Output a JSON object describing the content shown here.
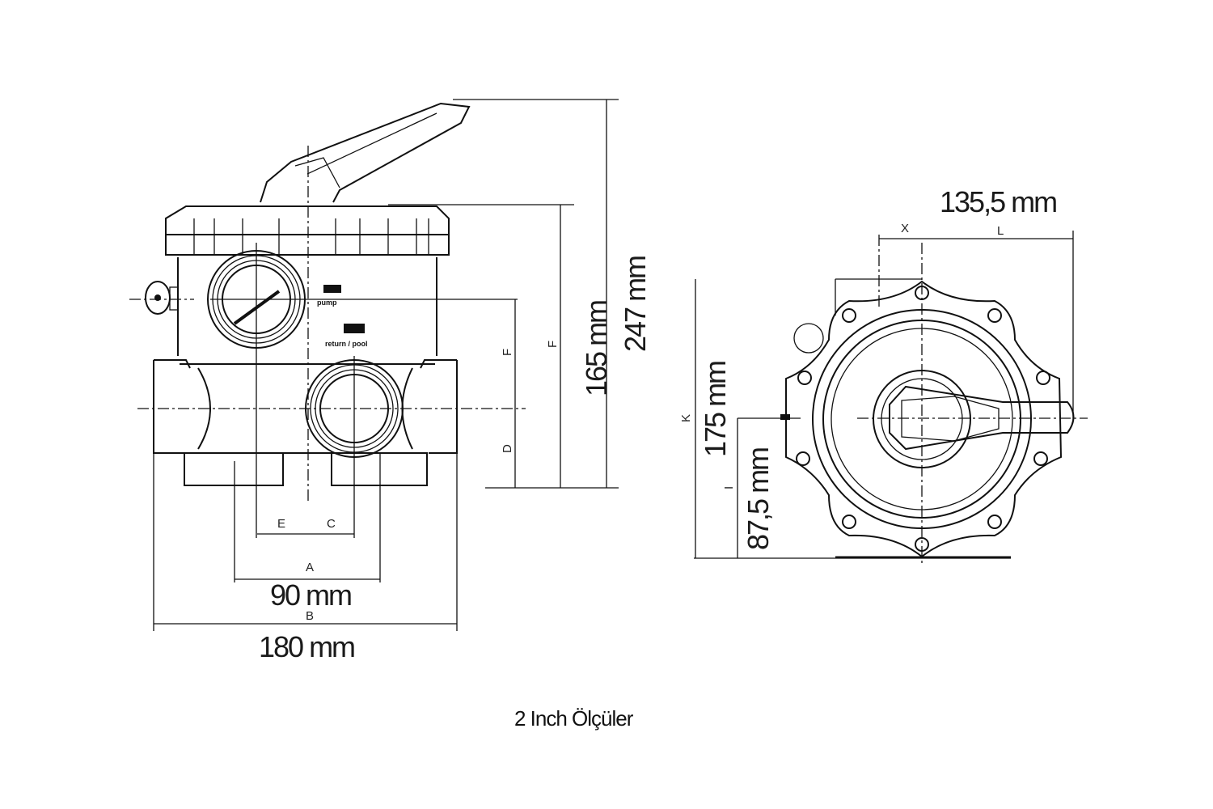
{
  "caption": "2 Inch Ölçüler",
  "side_view": {
    "dimensions": {
      "height_flange": "165 mm",
      "height_total": "247 mm",
      "port_spacing": "90 mm",
      "overall_width": "180 mm"
    },
    "letters": {
      "A": "A",
      "B": "B",
      "C": "C",
      "D": "D",
      "E": "E",
      "F": "F",
      "H": "F"
    },
    "port_labels": {
      "pump": "pump",
      "return_pool": "return / pool"
    }
  },
  "top_view": {
    "dimensions": {
      "width_L": "135,5 mm",
      "height_K": "175 mm",
      "half_height_I": "87,5 mm"
    },
    "letters": {
      "X": "X",
      "L": "L",
      "K": "K",
      "I": "I"
    }
  }
}
